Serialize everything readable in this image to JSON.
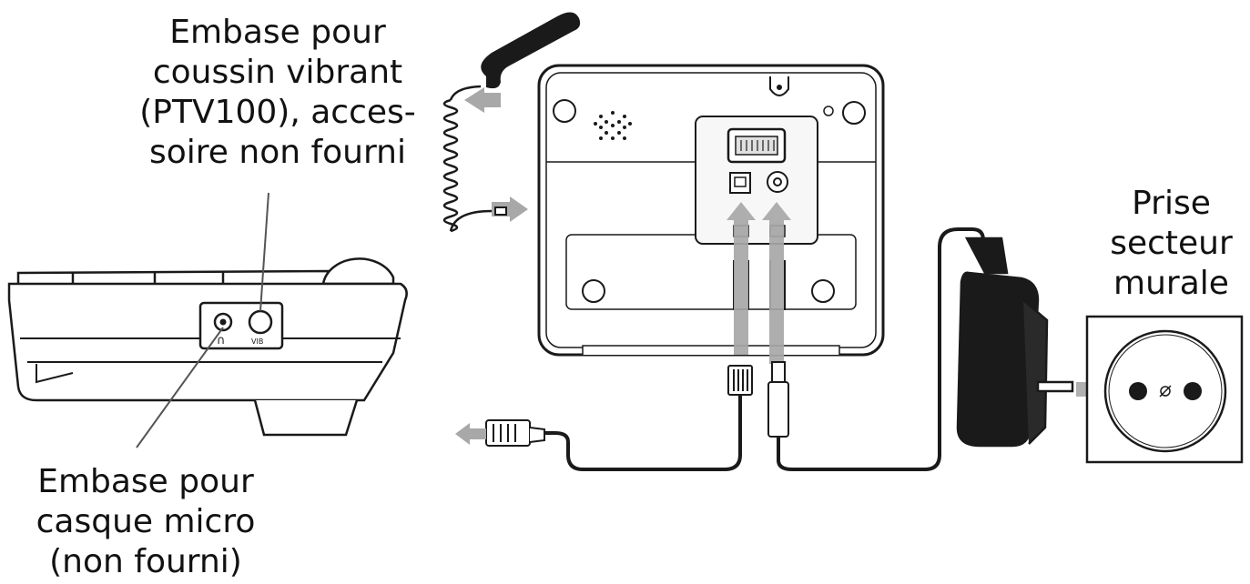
{
  "labels": {
    "vibrant_jack": [
      "Embase pour",
      "coussin vibrant",
      "(PTV100), acces-",
      "soire non fourni"
    ],
    "headset_jack": [
      "Embase pour",
      "casque micro",
      "(non fourni)"
    ],
    "wall_socket": [
      "Prise",
      "secteur",
      "murale"
    ]
  },
  "port_marks": {
    "headset": "∩",
    "vib": "VIB"
  },
  "colors": {
    "line": "#1a1a1a",
    "arrow": "#a8a8a8",
    "fill_light": "#f2f2f2"
  }
}
